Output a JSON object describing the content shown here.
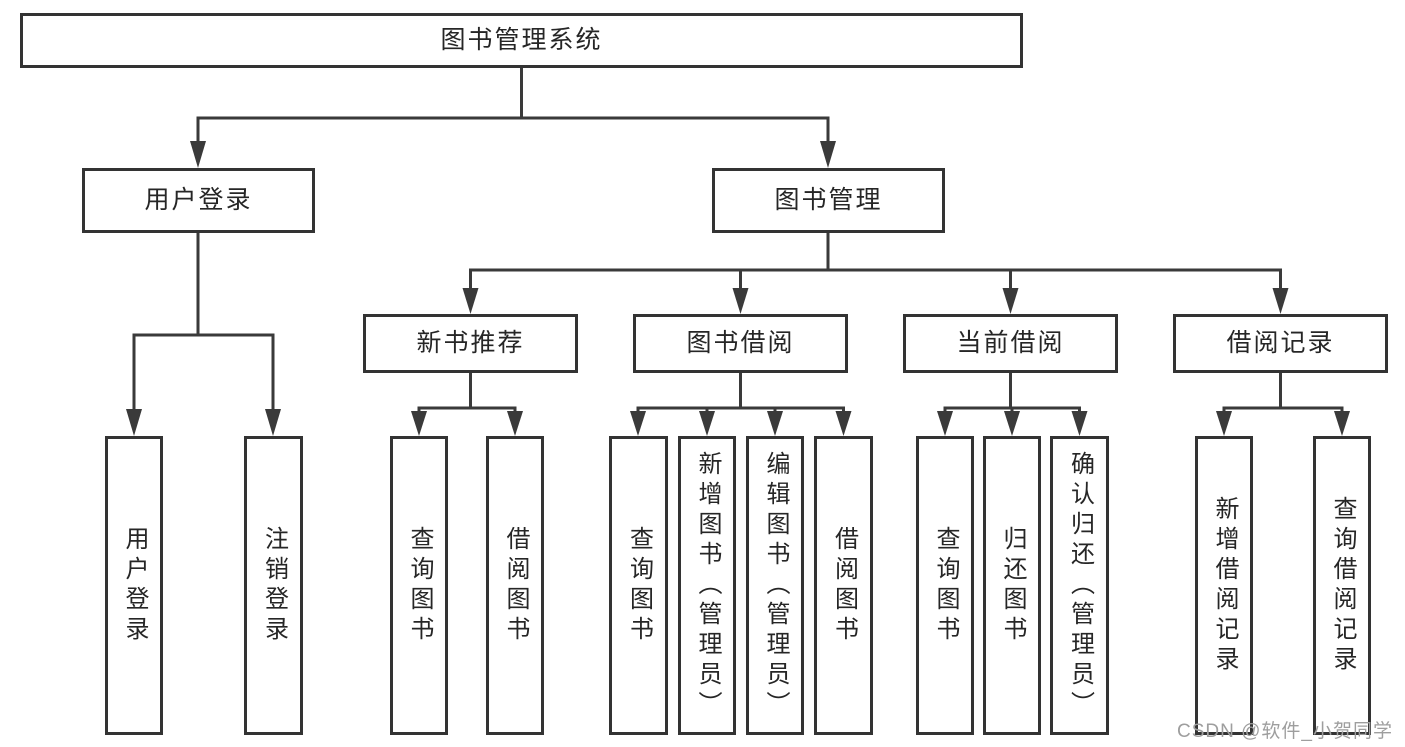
{
  "diagram_title": "图书管理系统",
  "nodes": {
    "root": {
      "label": "图书管理系统"
    },
    "user_login": {
      "label": "用户登录"
    },
    "book_mgmt": {
      "label": "图书管理"
    },
    "new_book_rec": {
      "label": "新书推荐"
    },
    "book_borrow": {
      "label": "图书借阅"
    },
    "current_borrow": {
      "label": "当前借阅"
    },
    "borrow_record": {
      "label": "借阅记录"
    },
    "leaf_user_login": {
      "label": "用户登录"
    },
    "leaf_logout": {
      "label": "注销登录"
    },
    "leaf_nb_query": {
      "label": "查询图书"
    },
    "leaf_nb_borrow": {
      "label": "借阅图书"
    },
    "leaf_bb_query": {
      "label": "查询图书"
    },
    "leaf_bb_add": {
      "label": "新增图书（管理员）"
    },
    "leaf_bb_edit": {
      "label": "编辑图书（管理员）"
    },
    "leaf_bb_borrow": {
      "label": "借阅图书"
    },
    "leaf_cb_query": {
      "label": "查询图书"
    },
    "leaf_cb_return": {
      "label": "归还图书"
    },
    "leaf_cb_confirm": {
      "label": "确认归还（管理员）"
    },
    "leaf_br_add": {
      "label": "新增借阅记录"
    },
    "leaf_br_query": {
      "label": "查询借阅记录"
    }
  },
  "hierarchy": {
    "图书管理系统": {
      "用户登录": [
        "用户登录",
        "注销登录"
      ],
      "图书管理": {
        "新书推荐": [
          "查询图书",
          "借阅图书"
        ],
        "图书借阅": [
          "查询图书",
          "新增图书（管理员）",
          "编辑图书（管理员）",
          "借阅图书"
        ],
        "当前借阅": [
          "查询图书",
          "归还图书",
          "确认归还（管理员）"
        ],
        "借阅记录": [
          "新增借阅记录",
          "查询借阅记录"
        ]
      }
    }
  },
  "watermark": "CSDN @软件_小贺同学",
  "colors": {
    "line": "#3a3a3a",
    "box_border": "#333333",
    "box_fill": "#ffffff",
    "text": "#262626",
    "watermark": "#9e9e9e",
    "background": "#ffffff"
  }
}
